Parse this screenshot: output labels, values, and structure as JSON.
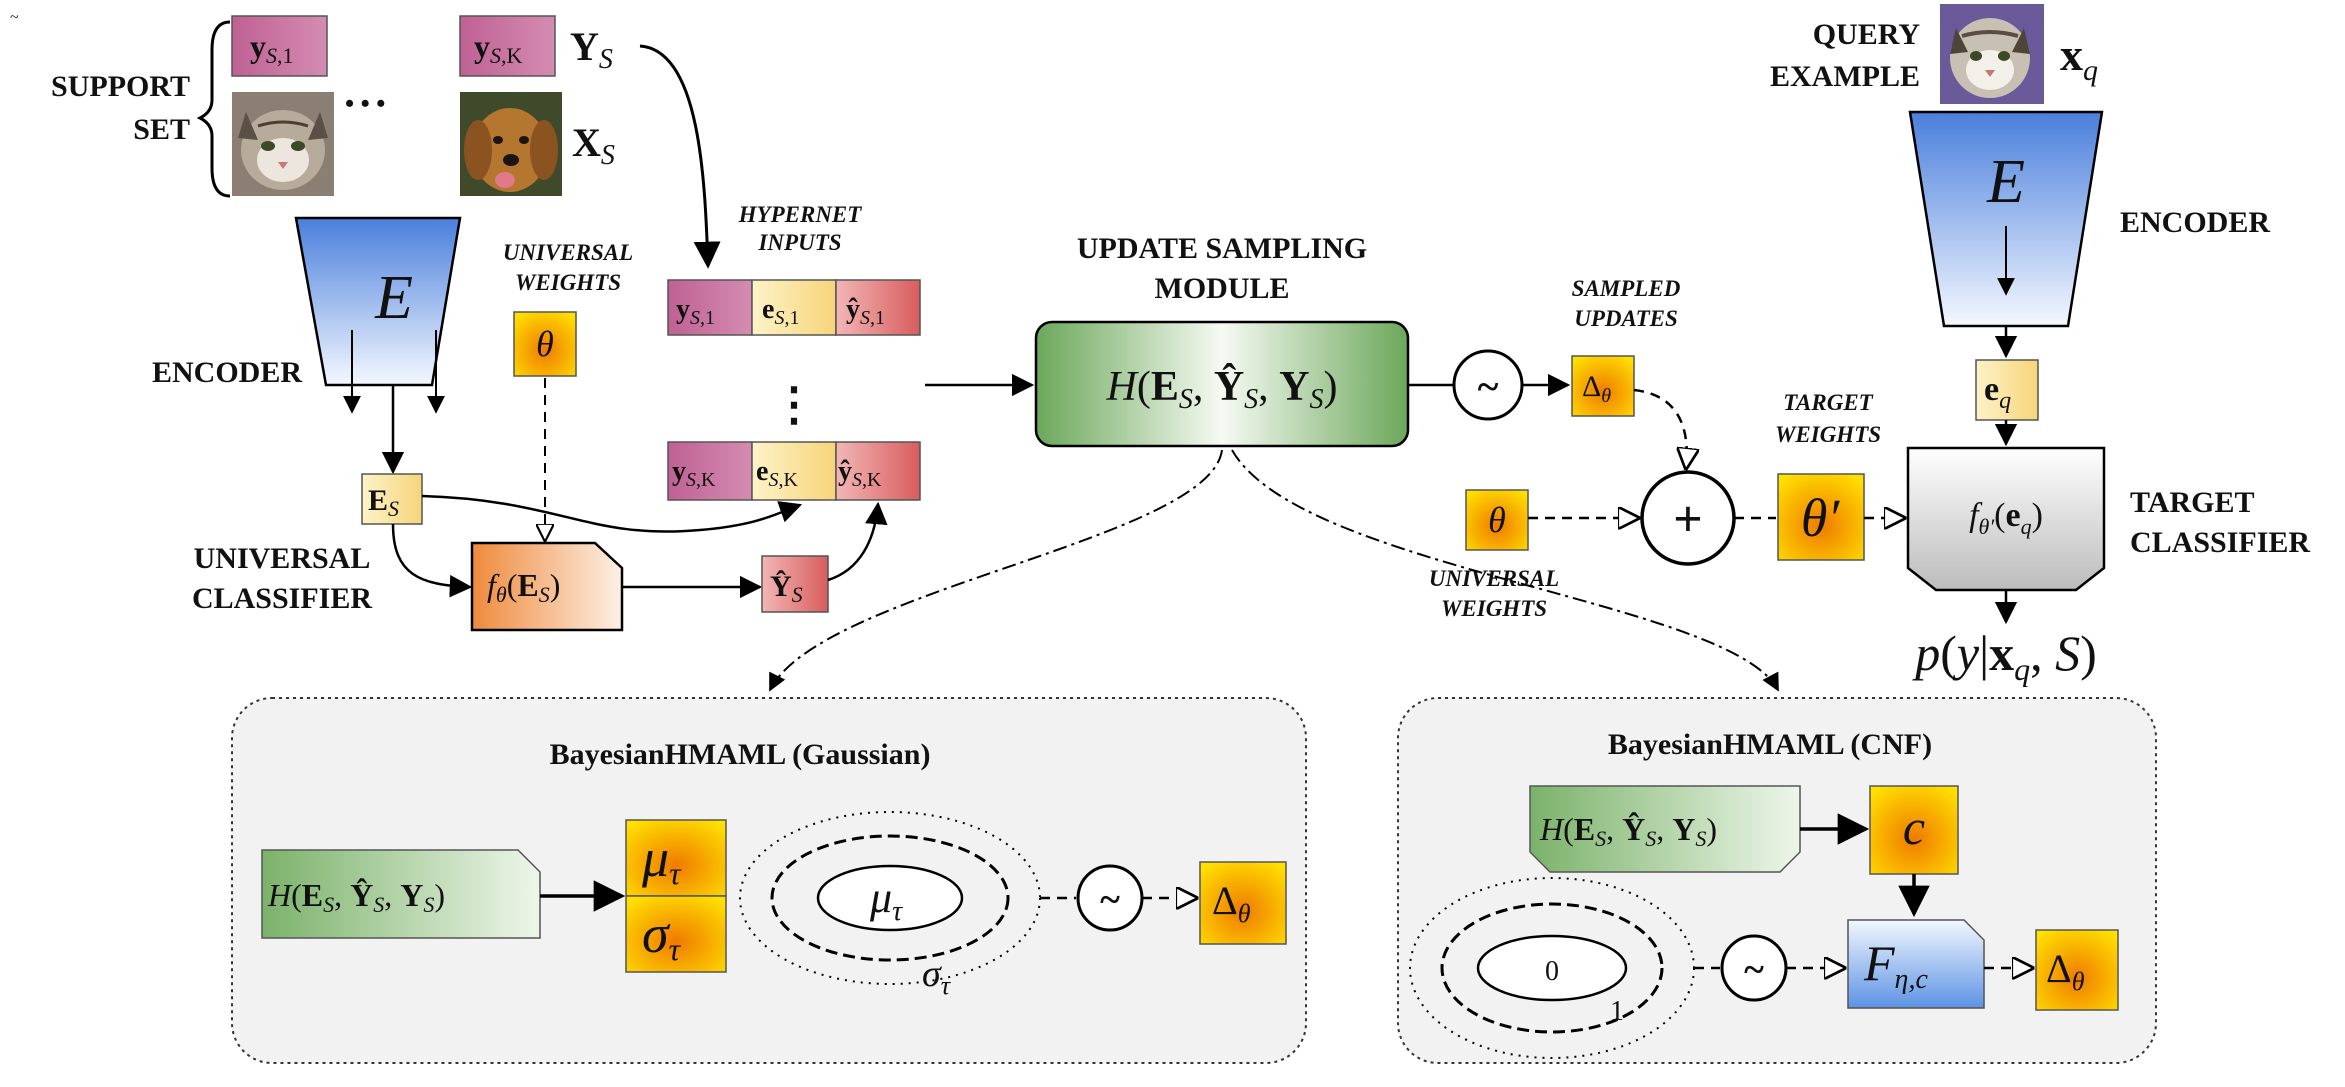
{
  "labels": {
    "support_set_1": "SUPPORT",
    "support_set_2": "SET",
    "encoder_left": "ENCODER",
    "encoder_right": "ENCODER",
    "universal_weights_left_1": "UNIVERSAL",
    "universal_weights_left_2": "WEIGHTS",
    "universal_classifier_1": "UNIVERSAL",
    "universal_classifier_2": "CLASSIFIER",
    "hypernet_inputs_1": "HYPERNET",
    "hypernet_inputs_2": "INPUTS",
    "update_sampling_1": "UPDATE SAMPLING",
    "update_sampling_2": "MODULE",
    "sampled_updates_1": "SAMPLED",
    "sampled_updates_2": "UPDATES",
    "target_weights_1": "TARGET",
    "target_weights_2": "WEIGHTS",
    "universal_weights_right_1": "UNIVERSAL",
    "universal_weights_right_2": "WEIGHTS",
    "query_example_1": "QUERY",
    "query_example_2": "EXAMPLE",
    "target_classifier_1": "TARGET",
    "target_classifier_2": "CLASSIFIER",
    "panel_gaussian_title": "BayesianHMAML (Gaussian)",
    "panel_cnf_title": "BayesianHMAML (CNF)"
  },
  "symbols": {
    "encoder": "E",
    "theta": "θ",
    "theta_prime": "θ′",
    "ellipsis_dots": "• • •",
    "vertical_dots": "⋮",
    "sampler": "~",
    "plus": "+",
    "zero": "0",
    "one": "1",
    "mu": "μ",
    "sigma": "σ",
    "tau": "τ",
    "delta": "Δ",
    "c": "c",
    "F": "F",
    "eta_c": "η,c",
    "small_mark": "~"
  },
  "colors": {
    "label_magenta": "#c8729f",
    "embed_yellow": "#fbe7a6",
    "pred_red": "#e68585",
    "encoder_blue": "#5b8ee0",
    "module_green": "#7fb06e",
    "weight_gold": "#f5c400",
    "weight_orange": "#f08a00",
    "classifier_orange": "#ef9a54",
    "flow_blue": "#6aa0e8",
    "panel_gray": "#f2f2f2",
    "target_gray": "#d0d0d0"
  }
}
